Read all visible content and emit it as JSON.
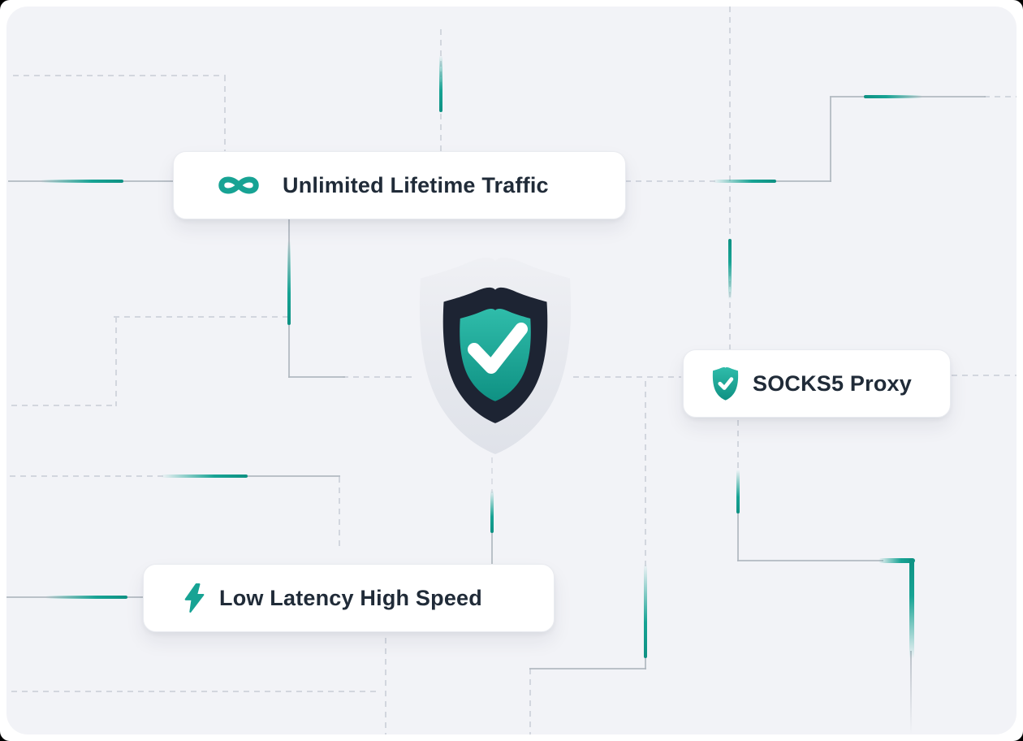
{
  "theme": {
    "accent": "#17A394",
    "accent_dark": "#0E9183",
    "text": "#202B38",
    "canvas_bg": "#F2F3F7",
    "badge_bg": "#FFFFFF",
    "badge_border": "#E9EBF0",
    "line_gray": "#B0B7C0",
    "line_dash": "#D2D6DE",
    "shield_dark": "#1D2433",
    "shield_outer_top": "#EFF0F4",
    "shield_outer_bottom": "#DFE2E9",
    "shield_teal_top": "#2FBCAA",
    "shield_teal_bottom": "#0F9183",
    "check_color": "#FFFFFF"
  },
  "hero": {
    "icon": "shield-check-emblem"
  },
  "badges": {
    "traffic": {
      "label": "Unlimited Lifetime Traffic",
      "icon": "infinity-icon"
    },
    "proxy": {
      "label": "SOCKS5 Proxy",
      "icon": "shield-check-icon"
    },
    "speed": {
      "label": "Low Latency High Speed",
      "icon": "lightning-bolt-icon"
    }
  }
}
